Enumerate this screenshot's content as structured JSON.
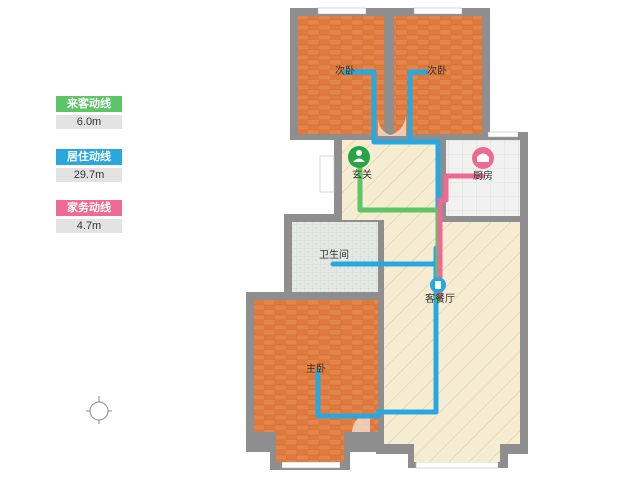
{
  "legend": [
    {
      "label": "来客动线",
      "value": "6.0m",
      "color": "#5dc566"
    },
    {
      "label": "居住动线",
      "value": "29.7m",
      "color": "#29a8e0"
    },
    {
      "label": "家务动线",
      "value": "4.7m",
      "color": "#ef6a92"
    }
  ],
  "rooms": {
    "bedroom2_left": "次卧",
    "bedroom2_right": "次卧",
    "entrance": "玄关",
    "kitchen": "厨房",
    "bathroom": "卫生间",
    "living_dining": "客餐厅",
    "master_bedroom": "主卧"
  },
  "icons": {
    "compass": "compass-icon",
    "entrance_marker": "person-marker-icon",
    "kitchen_marker": "pot-marker-icon",
    "living_marker": "living-marker-icon"
  }
}
